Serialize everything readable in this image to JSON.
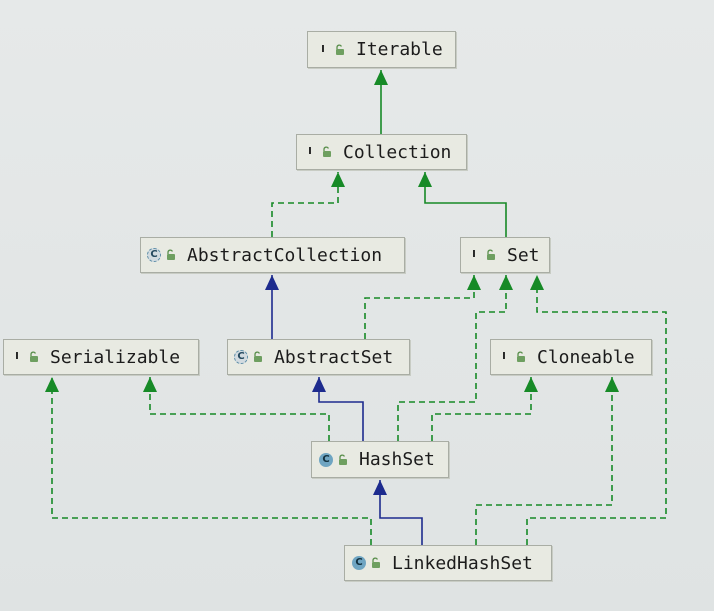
{
  "colors": {
    "inheritance_edge": "#1d2b8e",
    "implementation_edge": "#178a27",
    "interface_icon": "#74a266",
    "class_icon": "#6fa5c2",
    "node_fill": "#e8eae2",
    "background": "#e3e7e7"
  },
  "nodes": {
    "iterable": {
      "label": "Iterable",
      "kind": "interface",
      "icon_letter": "I",
      "icon": "interface-icon"
    },
    "collection": {
      "label": "Collection",
      "kind": "interface",
      "icon_letter": "I",
      "icon": "interface-icon"
    },
    "abstract_collection": {
      "label": "AbstractCollection",
      "kind": "abstract",
      "icon_letter": "C",
      "icon": "abstract-class-icon"
    },
    "set": {
      "label": "Set",
      "kind": "interface",
      "icon_letter": "I",
      "icon": "interface-icon"
    },
    "serializable": {
      "label": "Serializable",
      "kind": "interface",
      "icon_letter": "I",
      "icon": "interface-icon"
    },
    "abstract_set": {
      "label": "AbstractSet",
      "kind": "abstract",
      "icon_letter": "C",
      "icon": "abstract-class-icon"
    },
    "cloneable": {
      "label": "Cloneable",
      "kind": "interface",
      "icon_letter": "I",
      "icon": "interface-icon"
    },
    "hash_set": {
      "label": "HashSet",
      "kind": "class",
      "icon_letter": "C",
      "icon": "class-icon"
    },
    "linked_hash_set": {
      "label": "LinkedHashSet",
      "kind": "class",
      "icon_letter": "C",
      "icon": "class-icon"
    }
  },
  "edges": [
    {
      "from": "collection",
      "to": "iterable",
      "type": "extends"
    },
    {
      "from": "abstract_collection",
      "to": "collection",
      "type": "implements"
    },
    {
      "from": "set",
      "to": "collection",
      "type": "extends"
    },
    {
      "from": "abstract_set",
      "to": "abstract_collection",
      "type": "extends"
    },
    {
      "from": "abstract_set",
      "to": "set",
      "type": "implements"
    },
    {
      "from": "hash_set",
      "to": "abstract_set",
      "type": "extends"
    },
    {
      "from": "hash_set",
      "to": "set",
      "type": "implements"
    },
    {
      "from": "hash_set",
      "to": "serializable",
      "type": "implements"
    },
    {
      "from": "hash_set",
      "to": "cloneable",
      "type": "implements"
    },
    {
      "from": "linked_hash_set",
      "to": "hash_set",
      "type": "extends"
    },
    {
      "from": "linked_hash_set",
      "to": "set",
      "type": "implements"
    },
    {
      "from": "linked_hash_set",
      "to": "serializable",
      "type": "implements"
    },
    {
      "from": "linked_hash_set",
      "to": "cloneable",
      "type": "implements"
    }
  ]
}
